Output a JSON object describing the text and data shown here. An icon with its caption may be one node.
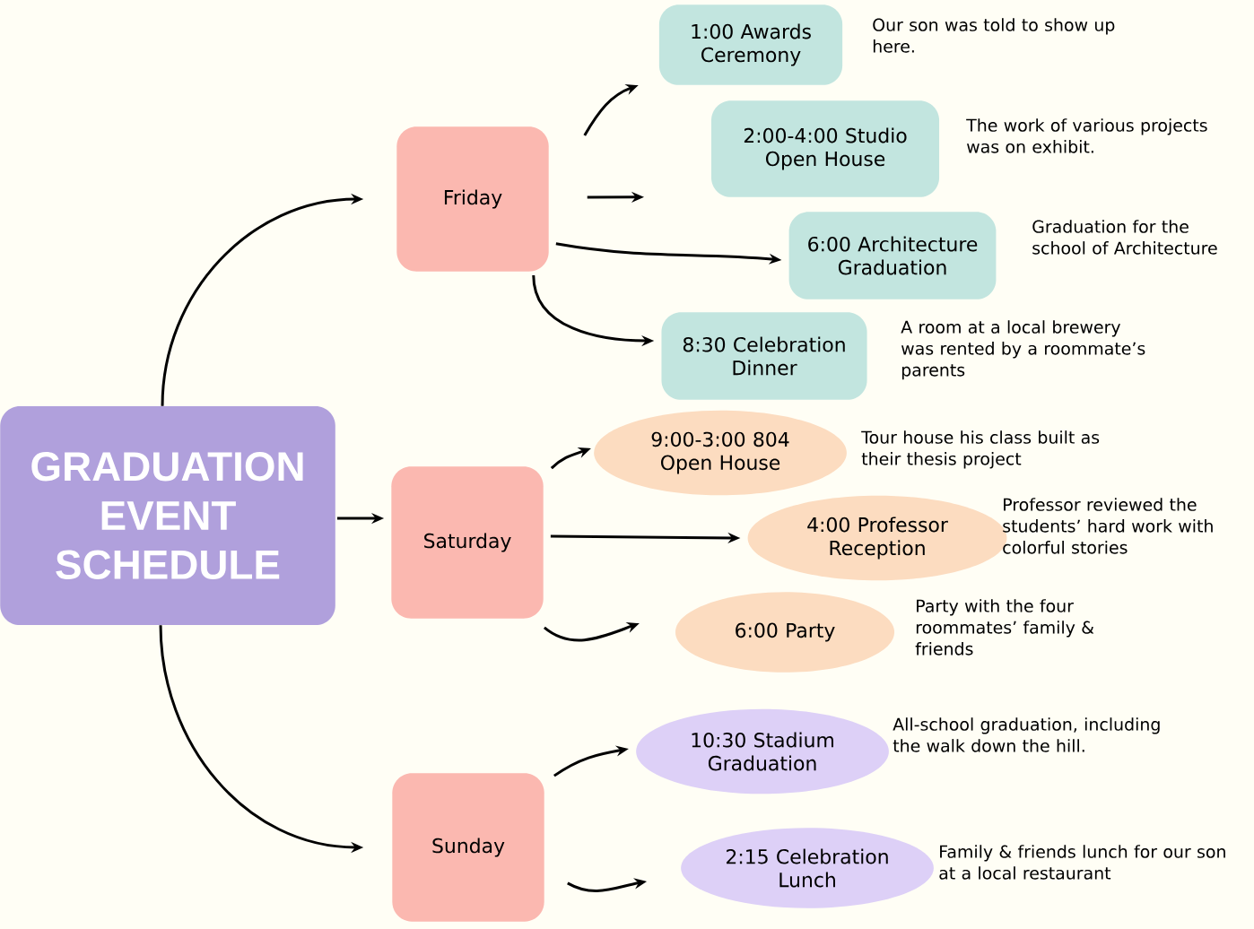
{
  "diagram": {
    "nodes": [
      {
        "text": [
          "GRADUATION EVENT SCHEDULE"
        ]
      },
      {
        "text": [
          "Friday"
        ]
      },
      {
        "text": [
          "Saturday"
        ]
      },
      {
        "text": [
          "Sunday"
        ]
      },
      {
        "text": [
          "1:00 Awards Ceremony"
        ],
        "beside": [
          "Our son was told to show up here."
        ]
      },
      {
        "text": [
          "2:00-4:00 Studio Open House"
        ],
        "beside": [
          "The work of various projects was on exhibit."
        ]
      },
      {
        "text": [
          "6:00 Architecture Graduation"
        ],
        "beside": [
          "Graduation for the school of Architecture"
        ]
      },
      {
        "text": [
          "8:30 Celebration Dinner"
        ],
        "beside": [
          "A room at a local brewery was rented by a roommate’s parents"
        ]
      },
      {
        "text": [
          "9:00-3:00 804 Open House"
        ],
        "beside": [
          "Tour house his class built as their thesis project"
        ]
      },
      {
        "text": [
          "4:00 Professor Reception"
        ],
        "beside": [
          "Professor reviewed the students’ hard work with colorful stories"
        ]
      },
      {
        "text": [
          "6:00 Party"
        ],
        "beside": [
          "Party with the four roommates’ family & friends"
        ]
      },
      {
        "text": [
          "10:30 Stadium Graduation"
        ],
        "beside": [
          "All-school graduation, including the walk down the hill."
        ]
      },
      {
        "text": [
          "2:15 Celebration Lunch"
        ],
        "beside": [
          "Family & friends lunch for our son at a local restaurant"
        ]
      }
    ],
    "edges": [
      {
        "from": 0,
        "to": 1,
        "arrow": "to"
      },
      {
        "from": 0,
        "to": 2,
        "arrow": "to"
      },
      {
        "from": 0,
        "to": 3,
        "arrow": "to"
      },
      {
        "from": 1,
        "to": 4,
        "arrow": "to"
      },
      {
        "from": 1,
        "to": 5,
        "arrow": "to"
      },
      {
        "from": 1,
        "to": 6,
        "arrow": "to"
      },
      {
        "from": 1,
        "to": 7,
        "arrow": "to"
      },
      {
        "from": 2,
        "to": 8,
        "arrow": "to"
      },
      {
        "from": 2,
        "to": 9,
        "arrow": "to"
      },
      {
        "from": 2,
        "to": 10,
        "arrow": "to"
      },
      {
        "from": 3,
        "to": 11,
        "arrow": "to"
      },
      {
        "from": 3,
        "to": 12,
        "arrow": "to"
      }
    ]
  }
}
